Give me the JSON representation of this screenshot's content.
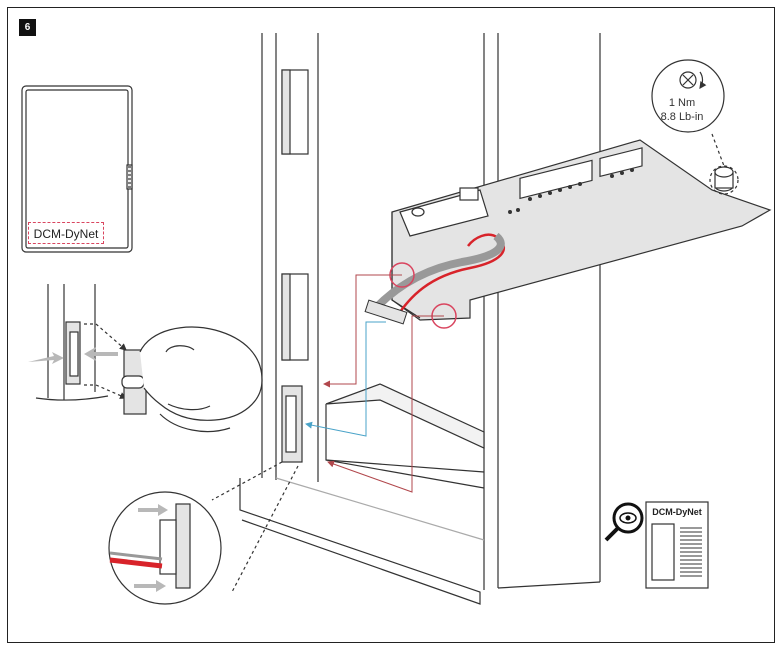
{
  "step": {
    "number": "6"
  },
  "module": {
    "label": "DCM-DyNet"
  },
  "torque": {
    "line1": "1 Nm",
    "line2": "8.8 Lb-in"
  },
  "reference_doc": {
    "title": "DCM-DyNet"
  },
  "icons": {
    "screw": "screw-icon",
    "rotate": "rotate-arrow-icon",
    "magnifier": "magnifier-eye-icon"
  },
  "colors": {
    "cable_red": "#d8232a",
    "guide_red": "#b1474c",
    "guide_blue": "#4aa3c8",
    "highlight_pink": "#d9455f",
    "panel_gray": "#e4e4e4",
    "arrow_gray": "#b8b8b8"
  }
}
